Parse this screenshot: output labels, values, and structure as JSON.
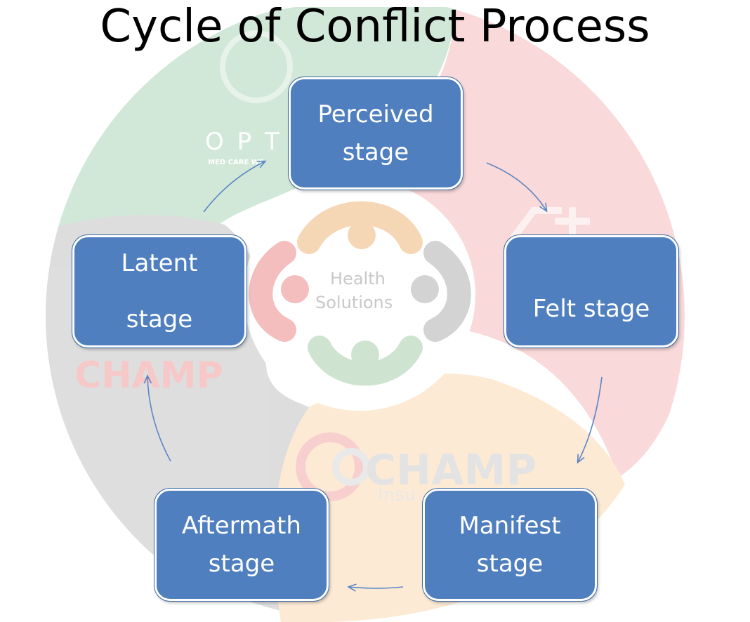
{
  "title": "Cycle of Conflict Process",
  "colors": {
    "box_fill": "#4f7fbf",
    "box_border": "#ffffff",
    "arrow": "#5b86c4",
    "wm_green": "#cfe7d6",
    "wm_pink": "#f9d7d7",
    "wm_gray": "#dcdcdc",
    "wm_peach": "#fde9d2"
  },
  "stages": {
    "perceived": [
      "Perceived",
      "stage"
    ],
    "felt": [
      "Felt stage"
    ],
    "manifest": [
      "Manifest",
      "stage"
    ],
    "aftermath": [
      "Aftermath",
      "stage"
    ],
    "latent": [
      "Latent",
      "stage"
    ]
  },
  "watermark": {
    "center_line1": "Health",
    "center_line2": "Solutions",
    "opt": "O P T",
    "opt_sub": "MED CARE WE",
    "champ_left": "CHAMP",
    "champ_bottom": "CHAMP",
    "insu": "Insu"
  }
}
